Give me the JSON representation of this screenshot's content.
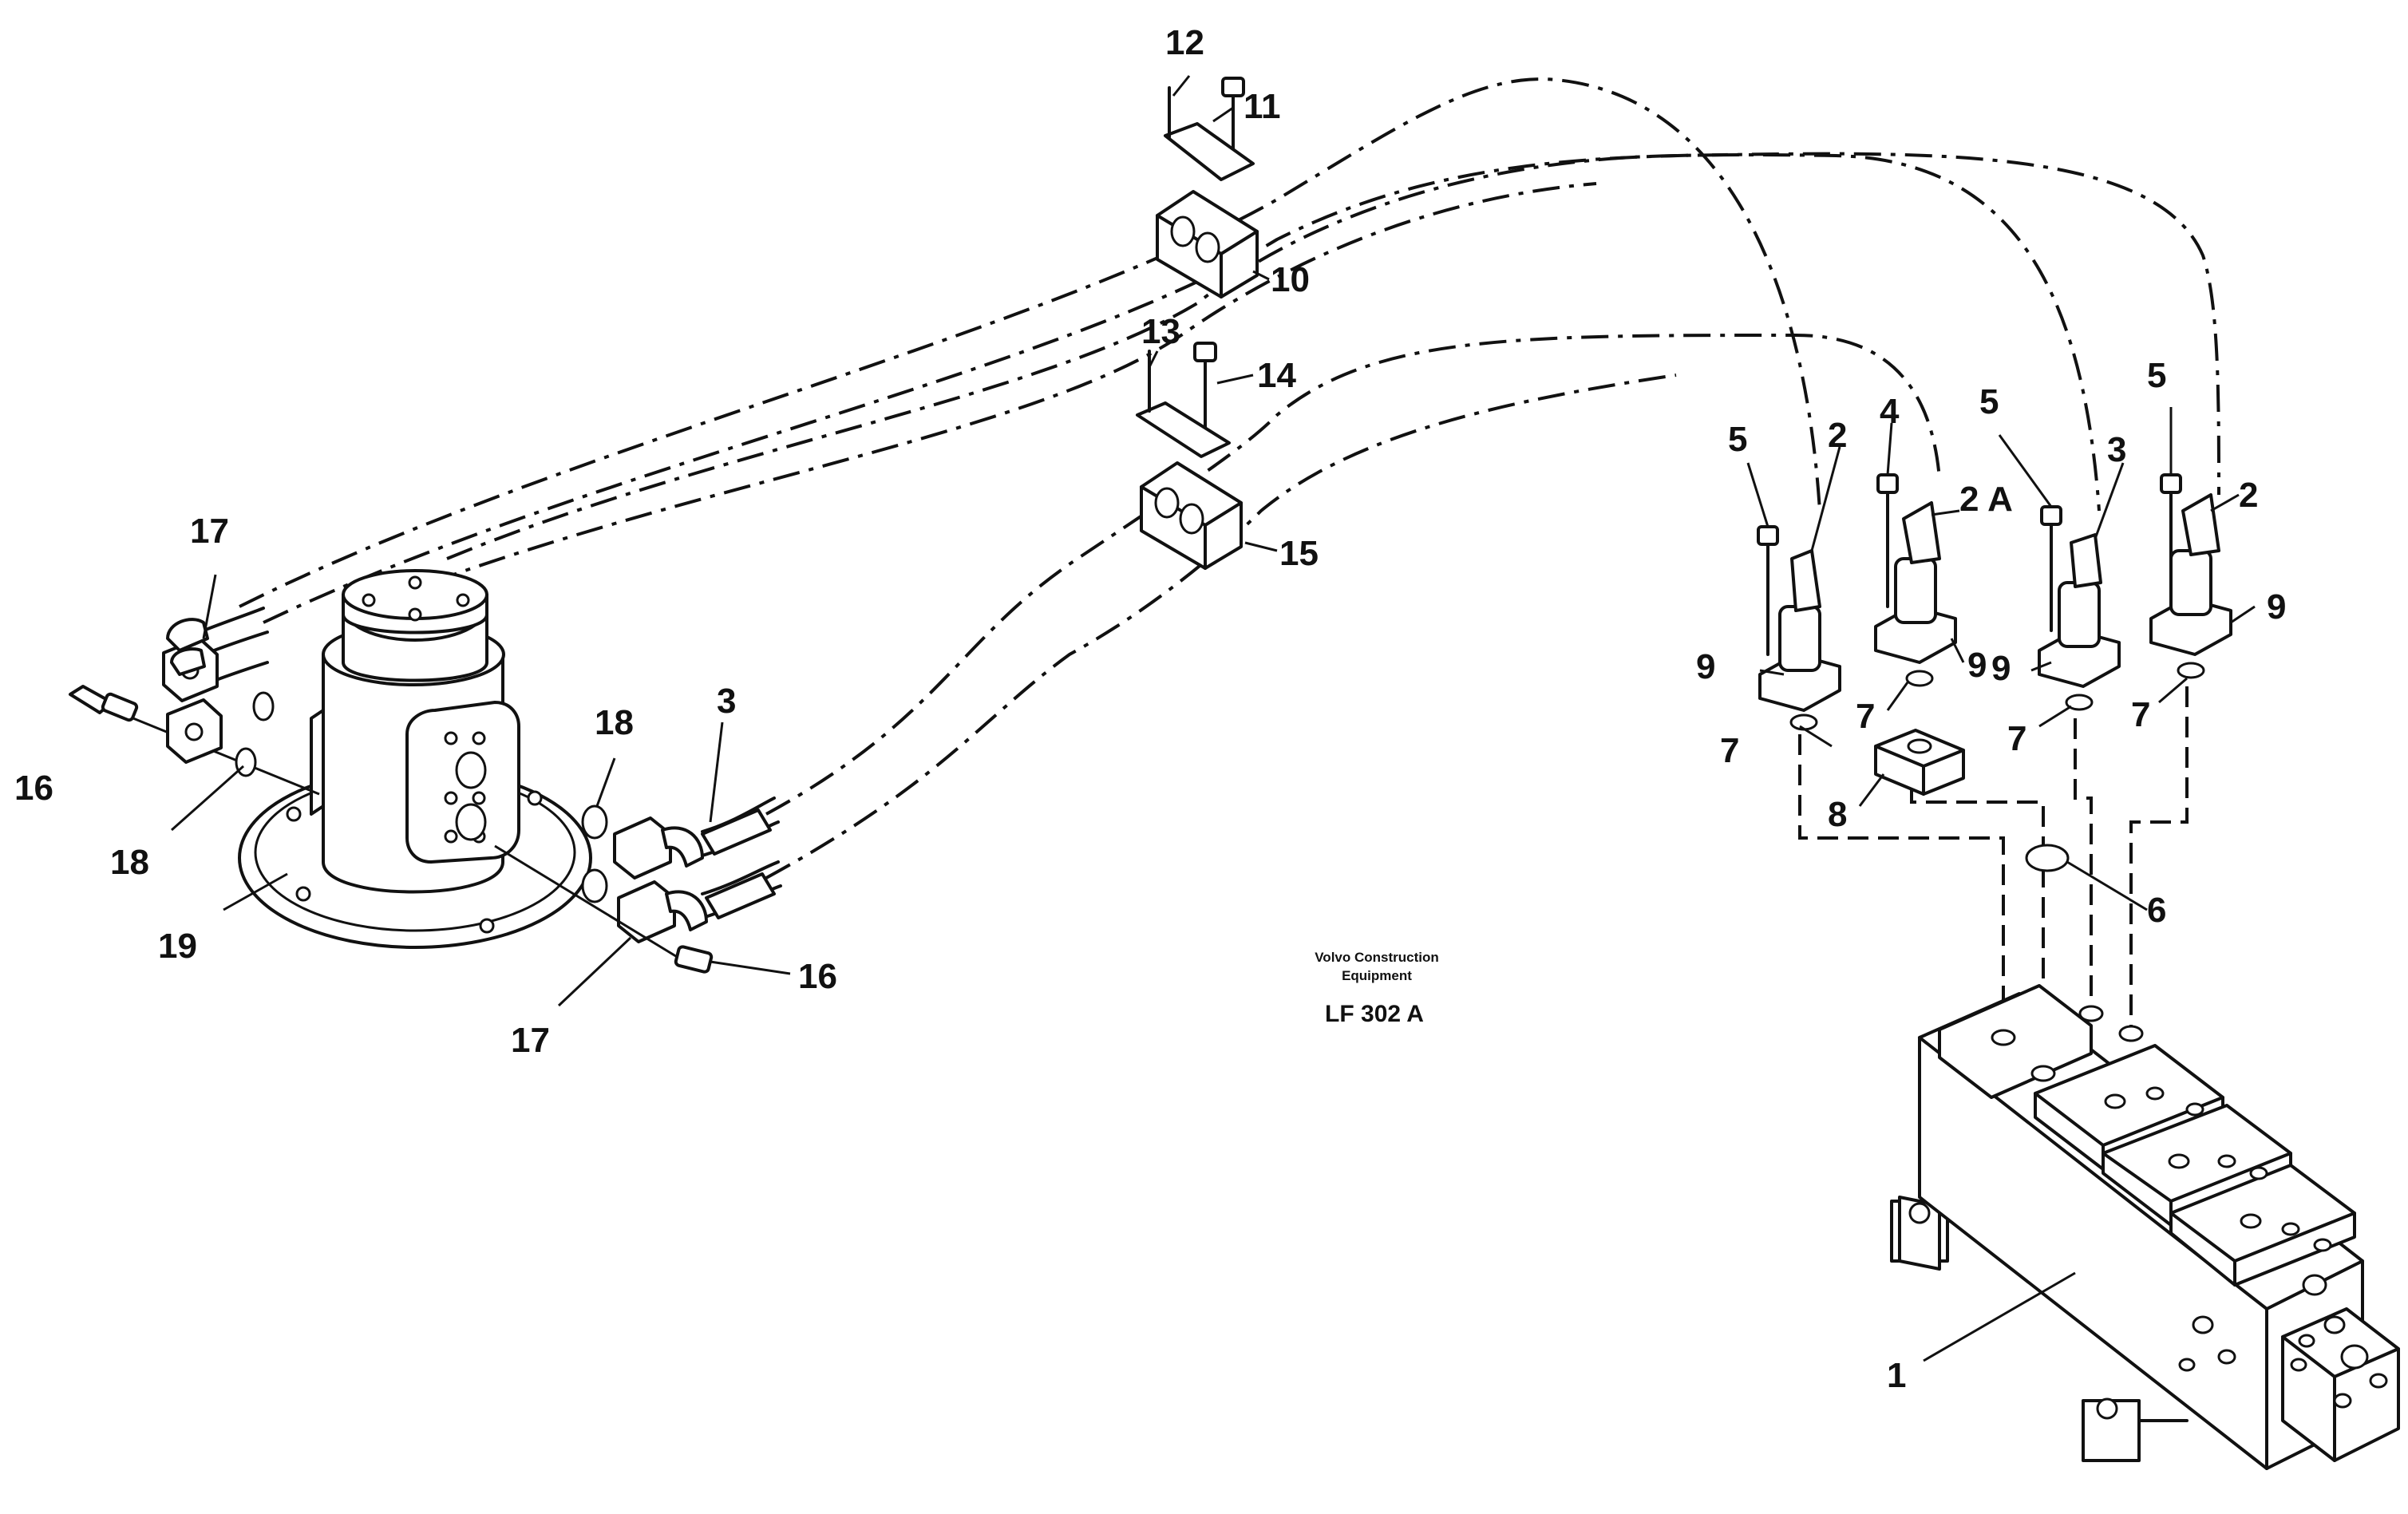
{
  "labels": {
    "l1": "1",
    "l2a": "2",
    "l2b": "2",
    "l2A": "2 A",
    "l3a": "3",
    "l3b": "3",
    "l4": "4",
    "l5a": "5",
    "l5b": "5",
    "l5c": "5",
    "l6": "6",
    "l7a": "7",
    "l7b": "7",
    "l7c": "7",
    "l7d": "7",
    "l8": "8",
    "l9a": "9",
    "l9b": "9",
    "l9c": "9",
    "l9d": "9",
    "l10": "10",
    "l11": "11",
    "l12": "12",
    "l13": "13",
    "l14": "14",
    "l15": "15",
    "l16a": "16",
    "l16b": "16",
    "l17a": "17",
    "l17b": "17",
    "l18a": "18",
    "l18b": "18",
    "l19": "19"
  },
  "caption": {
    "line1": "Volvo Construction",
    "line2": "Equipment",
    "code": "LF 302 A"
  }
}
